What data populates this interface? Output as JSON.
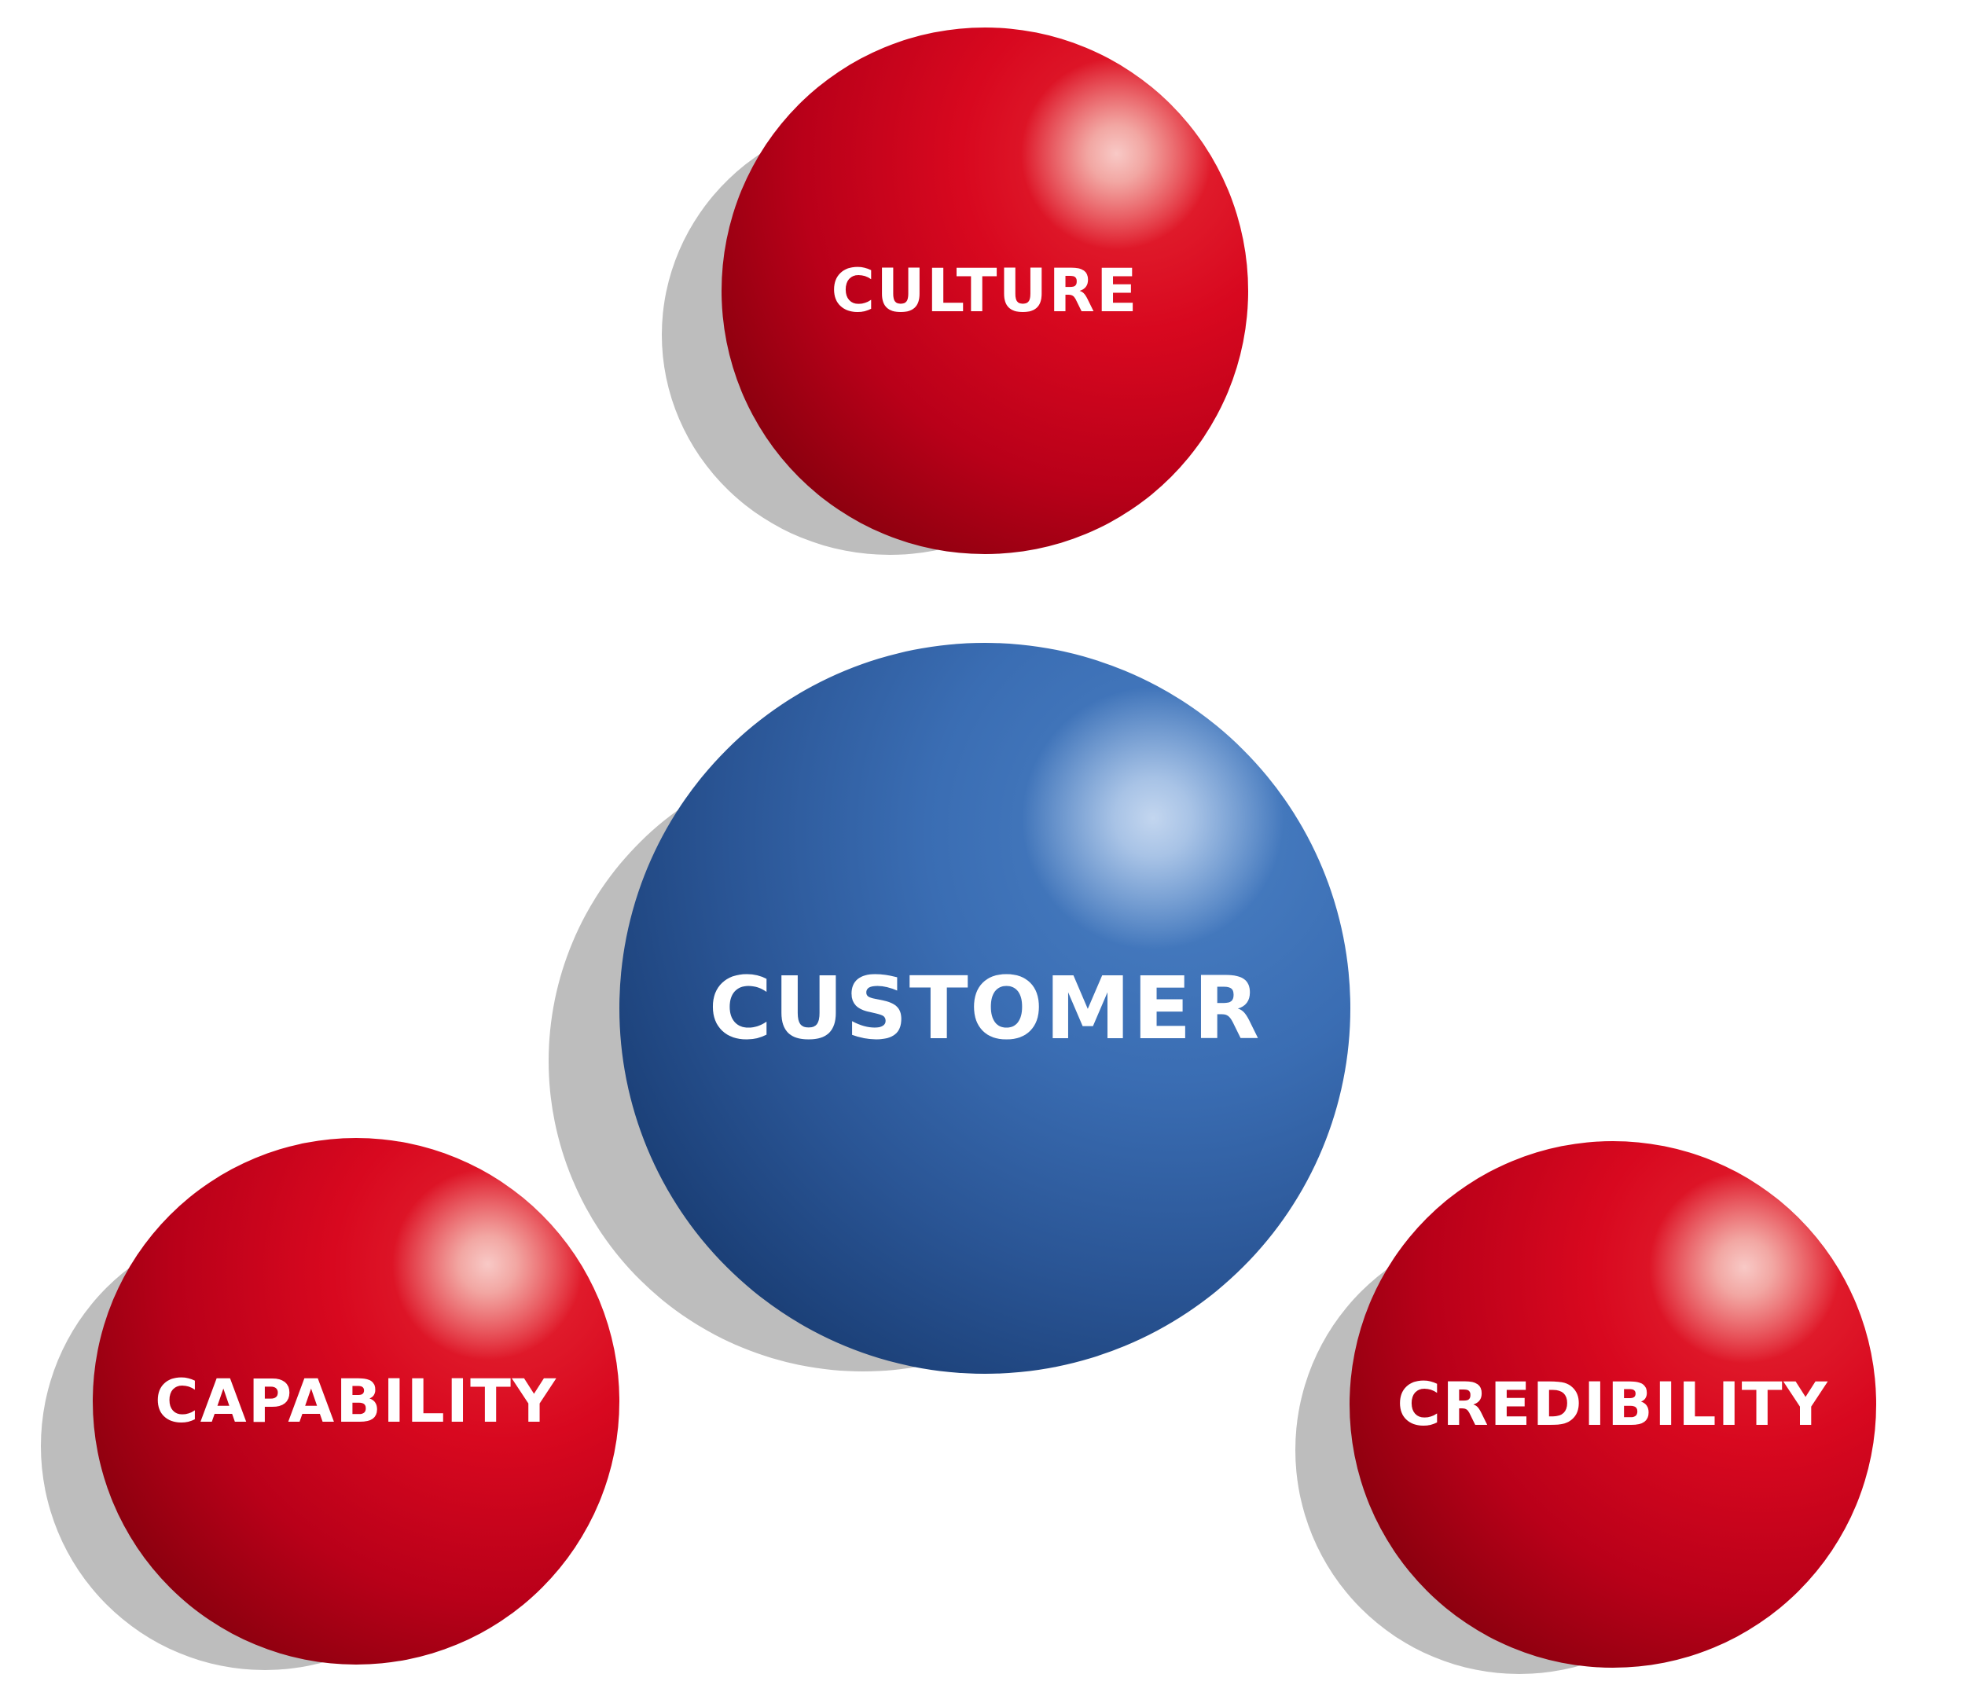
{
  "diagram": {
    "center": {
      "label": "CUSTOMER",
      "color": "#2f62a8"
    },
    "nodes": [
      {
        "id": "culture",
        "label": "CULTURE",
        "color": "#d0021b"
      },
      {
        "id": "capability",
        "label": "CAPABILITY",
        "color": "#d0021b"
      },
      {
        "id": "credibility",
        "label": "CREDIBILITY",
        "color": "#d0021b"
      }
    ],
    "shadow_color": "#bdbdbd"
  }
}
